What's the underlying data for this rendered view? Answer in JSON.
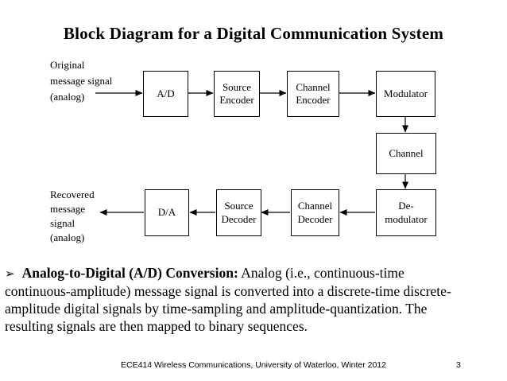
{
  "title": "Block Diagram for a Digital Communication System",
  "diagram": {
    "input_label": "Original\nmessage signal\n(analog)",
    "output_label": "Recovered\nmessage\nsignal\n(analog)",
    "blocks": [
      {
        "name": "a-d-converter",
        "label": "A/D"
      },
      {
        "name": "source-encoder",
        "label": "Source\nEncoder"
      },
      {
        "name": "channel-encoder",
        "label": "Channel\nEncoder"
      },
      {
        "name": "modulator",
        "label": "Modulator"
      },
      {
        "name": "channel",
        "label": "Channel"
      },
      {
        "name": "demodulator",
        "label": "De-\nmodulator"
      },
      {
        "name": "channel-decoder",
        "label": "Channel\nDecoder"
      },
      {
        "name": "source-decoder",
        "label": "Source\nDecoder"
      },
      {
        "name": "d-a-converter",
        "label": "D/A"
      }
    ]
  },
  "body": {
    "bullet": "➢",
    "term": "Analog-to-Digital (A/D) Conversion:",
    "line1_rest": " Analog (i.e., continuous-time",
    "line2": "continuous-amplitude) message signal is converted into a discrete-time discrete-",
    "line3": "amplitude digital signals by time-sampling and amplitude-quantization. The",
    "line4": "resulting signals are then mapped to binary sequences."
  },
  "footer": {
    "credit": "ECE414 Wireless Communications, University of Waterloo, Winter 2012",
    "page_number": "3"
  },
  "colors": {
    "ink": "#000000",
    "paper": "#ffffff"
  }
}
